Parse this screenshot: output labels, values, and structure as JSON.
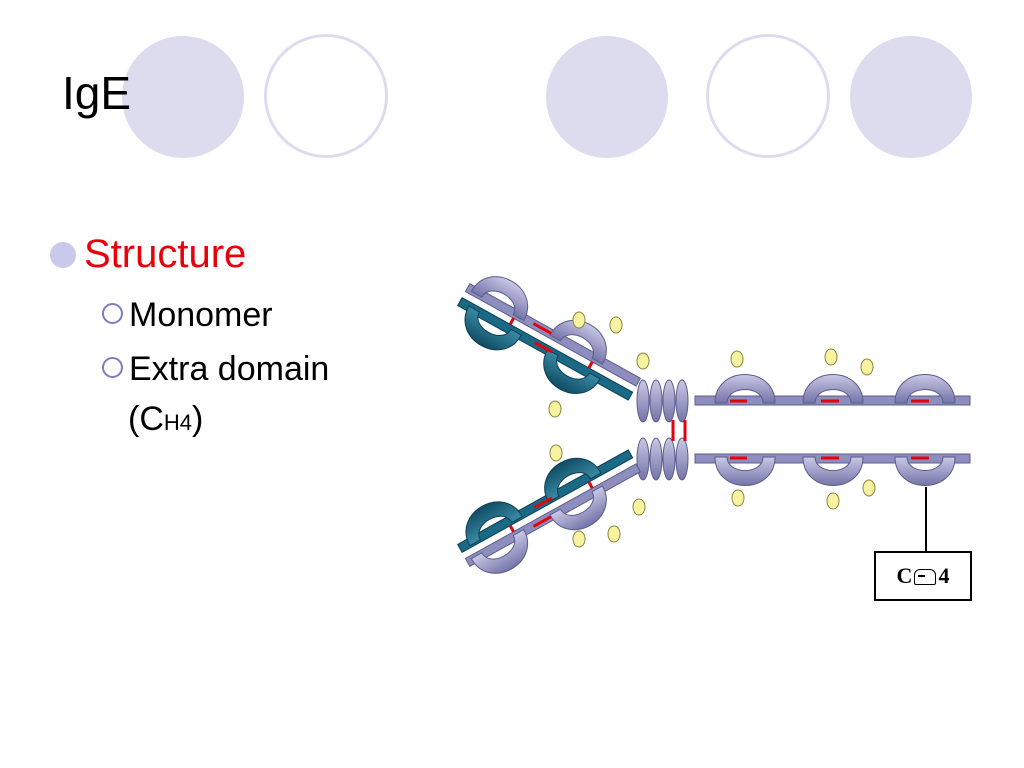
{
  "slide": {
    "title": "IgE",
    "bullets": {
      "l1": "Structure",
      "l2a": "Monomer",
      "l2b_line1": "Extra domain",
      "l2b_open": "(C",
      "l2b_sub": "H4",
      "l2b_close": ")"
    },
    "diagram": {
      "label_prefix": "C",
      "label_suffix": "4",
      "label_icon": "message-icon"
    },
    "colors": {
      "accent_red": "#e8000b",
      "decor_circle": "#dcdcee",
      "domain_purple": "#8e8ebe",
      "domain_teal": "#1a6a86",
      "carbohydrate_yellow": "#f7f3a0",
      "disulfide": "#e8000b"
    }
  }
}
